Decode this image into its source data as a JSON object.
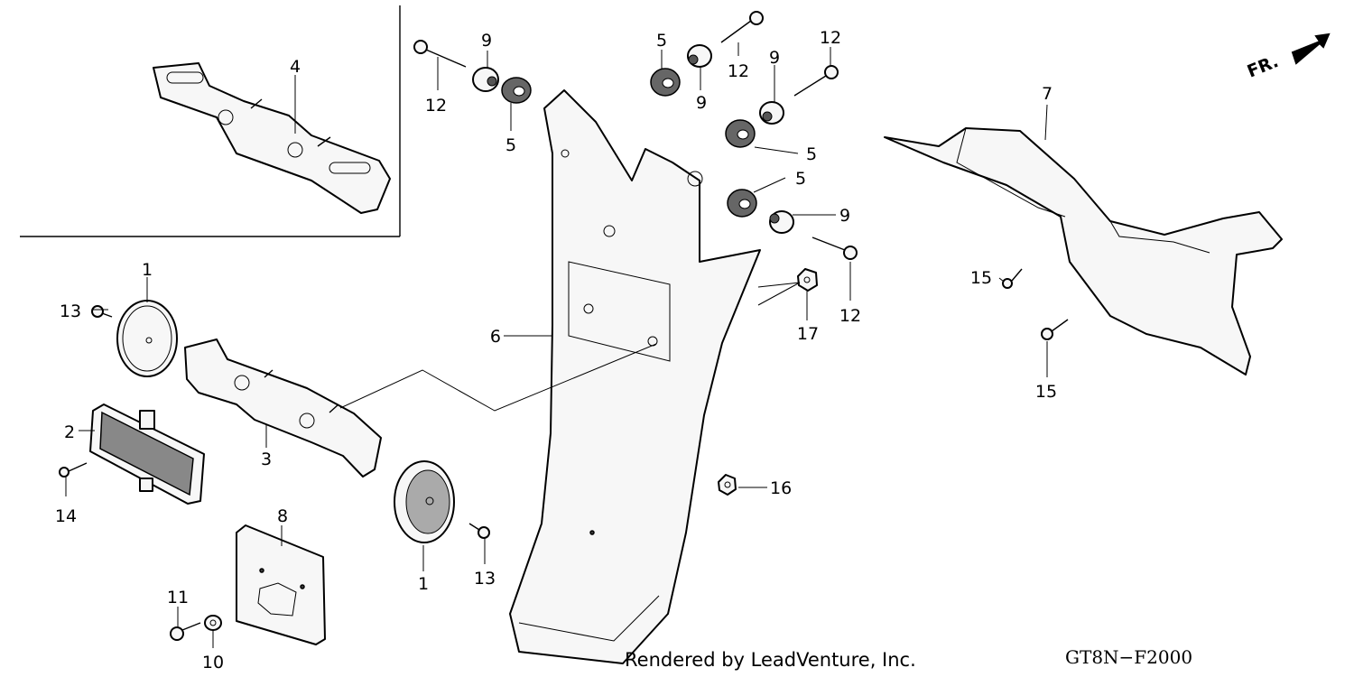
{
  "diagram": {
    "credit": "Rendered by LeadVenture, Inc.",
    "diagram_code": "GT8N−F2000",
    "direction_label": "FR.",
    "callouts": {
      "c1_top": "1",
      "c1_bottom": "1",
      "c2": "2",
      "c3": "3",
      "c4": "4",
      "c5_a": "5",
      "c5_b": "5",
      "c5_c": "5",
      "c5_d": "5",
      "c6": "6",
      "c7": "7",
      "c8": "8",
      "c9_a": "9",
      "c9_b": "9",
      "c9_c": "9",
      "c9_d": "9",
      "c10": "10",
      "c11": "11",
      "c12_a": "12",
      "c12_b": "12",
      "c12_c": "12",
      "c12_d": "12",
      "c13_a": "13",
      "c13_b": "13",
      "c14": "14",
      "c15_a": "15",
      "c15_b": "15",
      "c16": "16",
      "c17": "17"
    }
  }
}
